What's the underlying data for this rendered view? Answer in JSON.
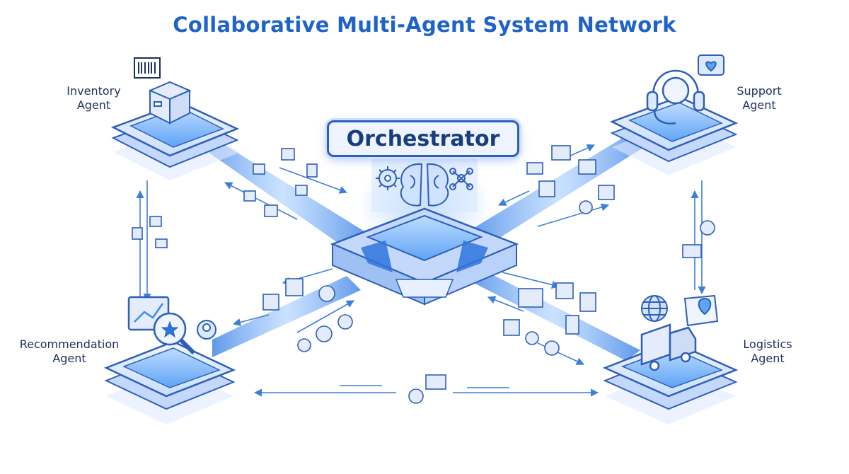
{
  "title": "Collaborative Multi-Agent System Network",
  "orchestrator": {
    "label": "Orchestrator"
  },
  "agents": {
    "inventory": {
      "line1": "Inventory",
      "line2": "Agent"
    },
    "support": {
      "line1": "Support",
      "line2": "Agent"
    },
    "recommendation": {
      "line1": "Recommendation",
      "line2": "Agent"
    },
    "logistics": {
      "line1": "Logistics",
      "line2": "Agent"
    }
  },
  "colors": {
    "title": "#1f63c9",
    "outline": "#2e5fb8",
    "beam": "#3b8cf0",
    "platform_top": "#dceaff",
    "platform_side": "#b8d2fb",
    "label": "#1c2f5c"
  },
  "icons": [
    "box-icon",
    "barcode-icon",
    "headset-icon",
    "chat-heart-icon",
    "chart-magnifier-icon",
    "star-icon",
    "truck-icon",
    "globe-icon",
    "map-pin-icon",
    "brain-icon",
    "gear-icon",
    "network-icon",
    "envelope-icon",
    "user-icon",
    "document-icon",
    "container-icon",
    "calendar-icon",
    "clock-icon"
  ]
}
